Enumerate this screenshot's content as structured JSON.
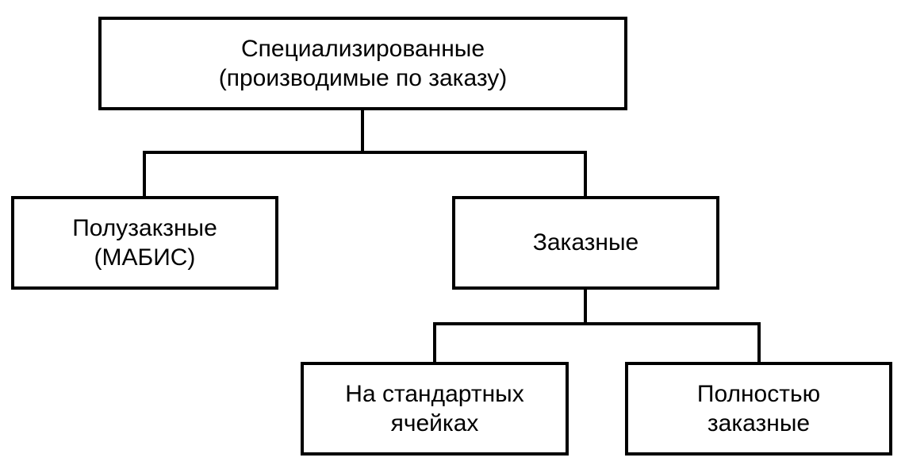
{
  "diagram": {
    "nodes": {
      "root": {
        "line1": "Специализированные",
        "line2": "(производимые по заказу)"
      },
      "semi_custom": {
        "line1": "Полузакзные",
        "line2": "(МАБИС)"
      },
      "custom": {
        "line1": "Заказные"
      },
      "standard_cells": {
        "line1": "На стандартных",
        "line2": "ячейках"
      },
      "full_custom": {
        "line1": "Полностью",
        "line2": "заказные"
      }
    },
    "edges": [
      {
        "from": "root",
        "to": "semi_custom"
      },
      {
        "from": "root",
        "to": "custom"
      },
      {
        "from": "custom",
        "to": "standard_cells"
      },
      {
        "from": "custom",
        "to": "full_custom"
      }
    ],
    "colors": {
      "stroke": "#000000",
      "background": "#ffffff",
      "text": "#000000"
    }
  }
}
